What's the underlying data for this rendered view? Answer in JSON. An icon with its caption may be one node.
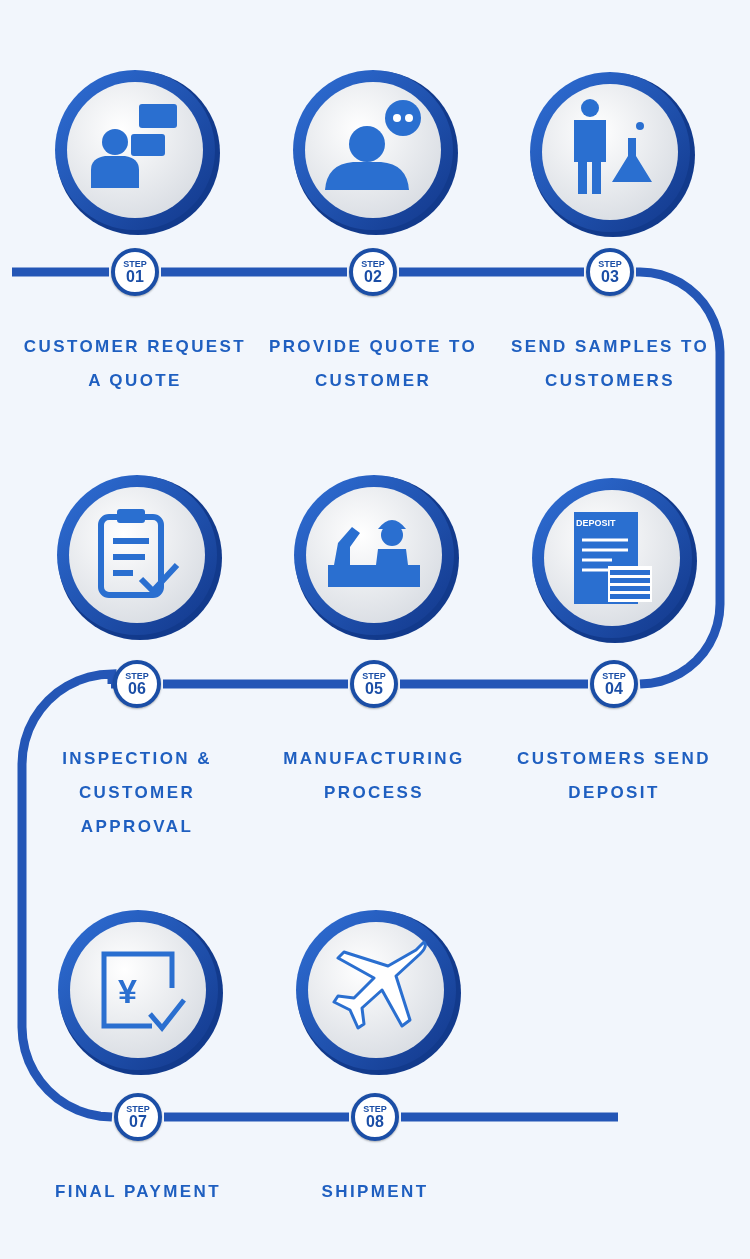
{
  "diagram": {
    "nodes": [
      {
        "text": [
          "STEP",
          "01"
        ],
        "beside": [
          "CUSTOMER REQUEST A QUOTE"
        ]
      },
      {
        "text": [
          "STEP",
          "02"
        ],
        "beside": [
          "PROVIDE QUOTE TO CUSTOMER"
        ]
      },
      {
        "text": [
          "STEP",
          "03"
        ],
        "beside": [
          "SEND SAMPLES TO CUSTOMERS"
        ]
      },
      {
        "text": [
          "STEP",
          "04"
        ],
        "beside": [
          "CUSTOMERS SEND DEPOSIT"
        ]
      },
      {
        "text": [
          "STEP",
          "05"
        ],
        "beside": [
          "MANUFACTURING PROCESS"
        ]
      },
      {
        "text": [
          "STEP",
          "06"
        ],
        "beside": [
          "INSPECTION & CUSTOMER APPROVAL"
        ]
      },
      {
        "text": [
          "STEP",
          "07"
        ],
        "beside": [
          "FINAL PAYMENT"
        ]
      },
      {
        "text": [
          "STEP",
          "08"
        ],
        "beside": [
          "SHIPMENT"
        ]
      }
    ],
    "edges": [
      {
        "from": null,
        "to": 0,
        "arrow": "none"
      },
      {
        "from": 0,
        "to": 1,
        "arrow": "none"
      },
      {
        "from": 1,
        "to": 2,
        "arrow": "none"
      },
      {
        "from": 2,
        "to": 3,
        "arrow": "none"
      },
      {
        "from": 3,
        "to": 4,
        "arrow": "none"
      },
      {
        "from": 4,
        "to": 5,
        "arrow": "none"
      },
      {
        "from": 5,
        "to": 6,
        "arrow": "none"
      },
      {
        "from": 6,
        "to": 7,
        "arrow": "none"
      },
      {
        "from": 7,
        "to": null,
        "arrow": "none"
      }
    ],
    "labels": [
      "DEPOSIT",
      "¥"
    ]
  }
}
